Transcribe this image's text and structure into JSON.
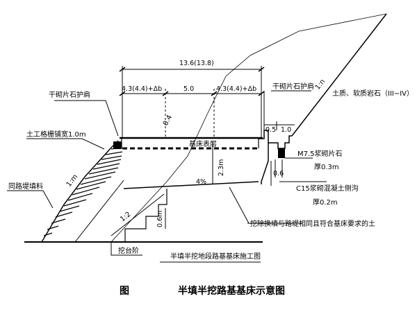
{
  "diagram": {
    "dims": {
      "total_width": "13.6(13.8)",
      "left_width": "4.3(4.4)+Δb",
      "mid_width": "5.0",
      "right_width": "4.3(4.4)+Δb",
      "right_small_1": "0.5",
      "right_small_2": "1.0",
      "depth": "0.6",
      "h1": "2.3m",
      "h2": "0.6m"
    },
    "slopes": {
      "fill_slope": "1:m",
      "cut_slope": "1:n",
      "inner_slope": "0.4",
      "step_slope": "1:2",
      "percent": "4%"
    },
    "labels": {
      "left_shoulder": "干砌片石护肩",
      "right_shoulder": "干砌片石护肩",
      "soil": "土质、软质岩石（III~IV）",
      "geogrid": "土工格栅铺宽1.0m",
      "embankment": "同路堤填料",
      "bed_surface": "基床表层",
      "m75": "M7.5浆砌片石",
      "m75_thick": "厚0.3m",
      "c15": "C15浆砌混凝土侧沟",
      "c15_thick": "厚0.2m",
      "replacement": "挖除换填与路堤相同且符合基床要求的土",
      "bench": "挖台阶",
      "section_title": "半填半挖地段路基基床施工图"
    },
    "caption": {
      "fig": "图",
      "title": "半填半挖路基基床示意图"
    }
  }
}
